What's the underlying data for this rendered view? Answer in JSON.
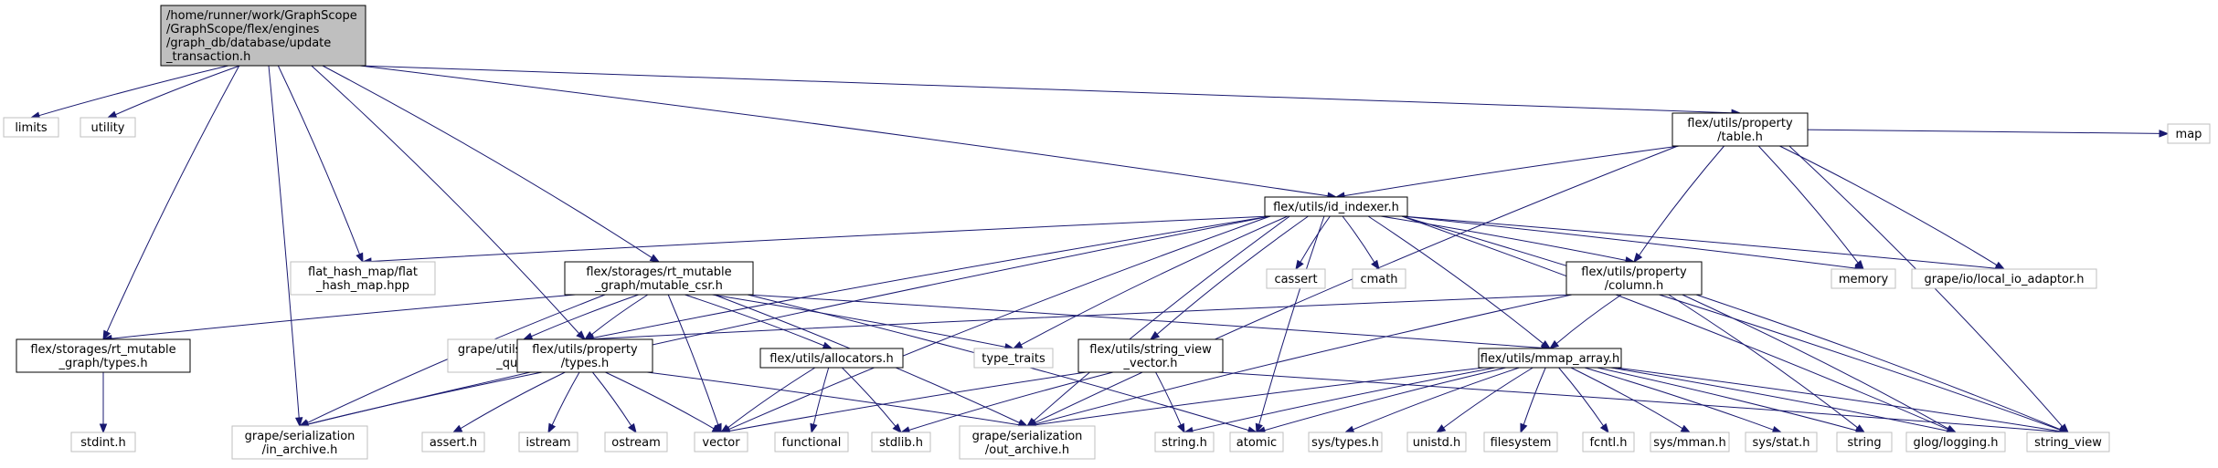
{
  "graph": {
    "nodes": [
      {
        "id": "root",
        "kind": "root",
        "lines": [
          "/home/runner/work/GraphScope",
          "/GraphScope/flex/engines",
          "/graph_db/database/update",
          "_transaction.h"
        ]
      },
      {
        "id": "limits",
        "kind": "system",
        "lines": [
          "limits"
        ]
      },
      {
        "id": "utility",
        "kind": "system",
        "lines": [
          "utility"
        ]
      },
      {
        "id": "rt_types",
        "kind": "local",
        "lines": [
          "flex/storages/rt_mutable",
          "_graph/types.h"
        ]
      },
      {
        "id": "stdint",
        "kind": "system",
        "lines": [
          "stdint.h"
        ]
      },
      {
        "id": "in_archive",
        "kind": "system",
        "lines": [
          "grape/serialization",
          "/in_archive.h"
        ]
      },
      {
        "id": "flat_hash_map",
        "kind": "system",
        "lines": [
          "flat_hash_map/flat",
          "_hash_map.hpp"
        ]
      },
      {
        "id": "mutable_csr",
        "kind": "local",
        "lines": [
          "flex/storages/rt_mutable",
          "_graph/mutable_csr.h"
        ]
      },
      {
        "id": "concurrent_queue",
        "kind": "system",
        "lines": [
          "grape/utils/concurrent",
          "_queue.h"
        ]
      },
      {
        "id": "prop_types",
        "kind": "local",
        "lines": [
          "flex/utils/property",
          "/types.h"
        ]
      },
      {
        "id": "assert",
        "kind": "system",
        "lines": [
          "assert.h"
        ]
      },
      {
        "id": "istream",
        "kind": "system",
        "lines": [
          "istream"
        ]
      },
      {
        "id": "ostream",
        "kind": "system",
        "lines": [
          "ostream"
        ]
      },
      {
        "id": "vector",
        "kind": "system",
        "lines": [
          "vector"
        ]
      },
      {
        "id": "allocators",
        "kind": "local",
        "lines": [
          "flex/utils/allocators.h"
        ]
      },
      {
        "id": "functional",
        "kind": "system",
        "lines": [
          "functional"
        ]
      },
      {
        "id": "stdlib",
        "kind": "system",
        "lines": [
          "stdlib.h"
        ]
      },
      {
        "id": "out_archive",
        "kind": "system",
        "lines": [
          "grape/serialization",
          "/out_archive.h"
        ]
      },
      {
        "id": "type_traits",
        "kind": "system",
        "lines": [
          "type_traits"
        ]
      },
      {
        "id": "id_indexer",
        "kind": "local",
        "lines": [
          "flex/utils/id_indexer.h"
        ]
      },
      {
        "id": "cassert",
        "kind": "system",
        "lines": [
          "cassert"
        ]
      },
      {
        "id": "cmath",
        "kind": "system",
        "lines": [
          "cmath"
        ]
      },
      {
        "id": "sv_vector",
        "kind": "local",
        "lines": [
          "flex/utils/string_view",
          "_vector.h"
        ]
      },
      {
        "id": "string_h",
        "kind": "system",
        "lines": [
          "string.h"
        ]
      },
      {
        "id": "atomic",
        "kind": "system",
        "lines": [
          "atomic"
        ]
      },
      {
        "id": "column",
        "kind": "local",
        "lines": [
          "flex/utils/property",
          "/column.h"
        ]
      },
      {
        "id": "mmap_array",
        "kind": "local",
        "lines": [
          "flex/utils/mmap_array.h"
        ]
      },
      {
        "id": "sys_types",
        "kind": "system",
        "lines": [
          "sys/types.h"
        ]
      },
      {
        "id": "unistd",
        "kind": "system",
        "lines": [
          "unistd.h"
        ]
      },
      {
        "id": "filesystem",
        "kind": "system",
        "lines": [
          "filesystem"
        ]
      },
      {
        "id": "fcntl",
        "kind": "system",
        "lines": [
          "fcntl.h"
        ]
      },
      {
        "id": "sys_mman",
        "kind": "system",
        "lines": [
          "sys/mman.h"
        ]
      },
      {
        "id": "sys_stat",
        "kind": "system",
        "lines": [
          "sys/stat.h"
        ]
      },
      {
        "id": "string",
        "kind": "system",
        "lines": [
          "string"
        ]
      },
      {
        "id": "glog",
        "kind": "system",
        "lines": [
          "glog/logging.h"
        ]
      },
      {
        "id": "string_view",
        "kind": "system",
        "lines": [
          "string_view"
        ]
      },
      {
        "id": "memory",
        "kind": "system",
        "lines": [
          "memory"
        ]
      },
      {
        "id": "local_io",
        "kind": "system",
        "lines": [
          "grape/io/local_io_adaptor.h"
        ]
      },
      {
        "id": "table",
        "kind": "local",
        "lines": [
          "flex/utils/property",
          "/table.h"
        ]
      },
      {
        "id": "map",
        "kind": "system",
        "lines": [
          "map"
        ]
      }
    ],
    "edges": [
      [
        "root",
        "limits"
      ],
      [
        "root",
        "utility"
      ],
      [
        "root",
        "rt_types"
      ],
      [
        "root",
        "in_archive"
      ],
      [
        "root",
        "flat_hash_map"
      ],
      [
        "root",
        "mutable_csr"
      ],
      [
        "root",
        "prop_types"
      ],
      [
        "root",
        "id_indexer"
      ],
      [
        "root",
        "table"
      ],
      [
        "rt_types",
        "stdint"
      ],
      [
        "mutable_csr",
        "rt_types"
      ],
      [
        "mutable_csr",
        "in_archive"
      ],
      [
        "mutable_csr",
        "concurrent_queue"
      ],
      [
        "mutable_csr",
        "prop_types"
      ],
      [
        "mutable_csr",
        "vector"
      ],
      [
        "mutable_csr",
        "allocators"
      ],
      [
        "mutable_csr",
        "out_archive"
      ],
      [
        "mutable_csr",
        "type_traits"
      ],
      [
        "mutable_csr",
        "atomic"
      ],
      [
        "mutable_csr",
        "mmap_array"
      ],
      [
        "prop_types",
        "in_archive"
      ],
      [
        "prop_types",
        "assert"
      ],
      [
        "prop_types",
        "istream"
      ],
      [
        "prop_types",
        "ostream"
      ],
      [
        "prop_types",
        "vector"
      ],
      [
        "prop_types",
        "out_archive"
      ],
      [
        "allocators",
        "vector"
      ],
      [
        "allocators",
        "functional"
      ],
      [
        "allocators",
        "stdlib"
      ],
      [
        "id_indexer",
        "flat_hash_map"
      ],
      [
        "id_indexer",
        "in_archive"
      ],
      [
        "id_indexer",
        "prop_types"
      ],
      [
        "id_indexer",
        "vector"
      ],
      [
        "id_indexer",
        "type_traits"
      ],
      [
        "id_indexer",
        "cassert"
      ],
      [
        "id_indexer",
        "cmath"
      ],
      [
        "id_indexer",
        "sv_vector"
      ],
      [
        "id_indexer",
        "out_archive"
      ],
      [
        "id_indexer",
        "atomic"
      ],
      [
        "id_indexer",
        "column"
      ],
      [
        "id_indexer",
        "mmap_array"
      ],
      [
        "id_indexer",
        "memory"
      ],
      [
        "id_indexer",
        "local_io"
      ],
      [
        "id_indexer",
        "glog"
      ],
      [
        "id_indexer",
        "string_view"
      ],
      [
        "sv_vector",
        "vector"
      ],
      [
        "sv_vector",
        "stdlib"
      ],
      [
        "sv_vector",
        "string_h"
      ],
      [
        "sv_vector",
        "string_view"
      ],
      [
        "column",
        "prop_types"
      ],
      [
        "column",
        "mmap_array"
      ],
      [
        "column",
        "out_archive"
      ],
      [
        "column",
        "string"
      ],
      [
        "column",
        "glog"
      ],
      [
        "column",
        "string_view"
      ],
      [
        "mmap_array",
        "out_archive"
      ],
      [
        "mmap_array",
        "string_h"
      ],
      [
        "mmap_array",
        "atomic"
      ],
      [
        "mmap_array",
        "sys_types"
      ],
      [
        "mmap_array",
        "unistd"
      ],
      [
        "mmap_array",
        "filesystem"
      ],
      [
        "mmap_array",
        "fcntl"
      ],
      [
        "mmap_array",
        "sys_mman"
      ],
      [
        "mmap_array",
        "sys_stat"
      ],
      [
        "mmap_array",
        "string"
      ],
      [
        "mmap_array",
        "glog"
      ],
      [
        "mmap_array",
        "string_view"
      ],
      [
        "table",
        "id_indexer"
      ],
      [
        "table",
        "column"
      ],
      [
        "table",
        "memory"
      ],
      [
        "table",
        "local_io"
      ],
      [
        "table",
        "out_archive"
      ],
      [
        "table",
        "string_view"
      ],
      [
        "table",
        "map"
      ]
    ]
  }
}
